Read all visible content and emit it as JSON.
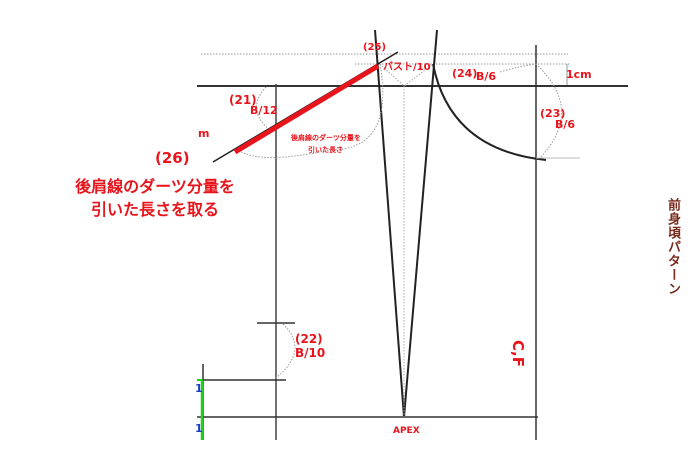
{
  "title": "前身頃パターン",
  "labels": {
    "p21": "(21)",
    "p21_formula": "B/12",
    "p22": "(22)",
    "p22_formula": "B/10",
    "p23": "(23)",
    "p23_formula": "B/6",
    "p24": "(24)",
    "p24_formula": "B/6",
    "p25": "(25)",
    "p25_formula": "バスト/10",
    "p26": "(26)",
    "unit_m": "m",
    "one_cm": "1cm",
    "apex": "APEX",
    "cf": "C,F",
    "small_note_line1": "後肩線のダーツ分量を",
    "small_note_line2": "引いた長さ",
    "left_mark_1": "1",
    "left_mark_2": "1"
  },
  "note": {
    "line1": "後肩線のダーツ分量を",
    "line2": "引いた長さを取る"
  },
  "colors": {
    "accent_red": "#e8141b",
    "line_black": "#222222",
    "guide_gray": "#9a9a9a",
    "green_mark": "#22d11e",
    "blue_mark": "#1a3cc8",
    "title_brown": "#7a2a1c"
  }
}
